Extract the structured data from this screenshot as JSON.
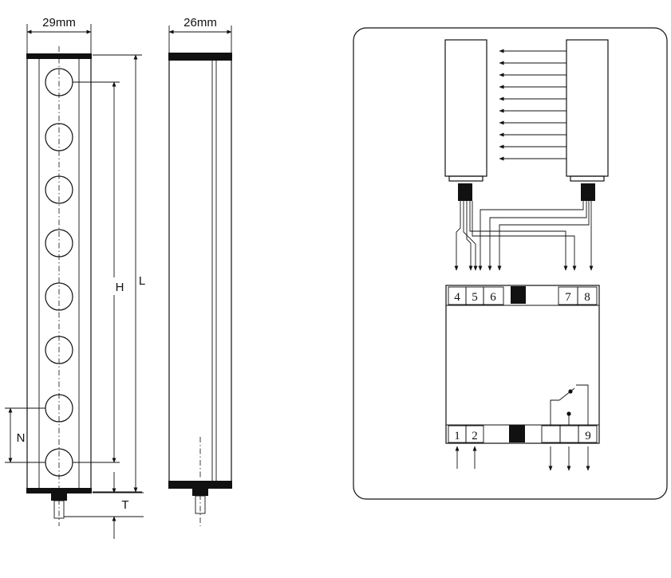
{
  "front_view": {
    "width_label": "29mm",
    "dimension_labels": {
      "height": "H",
      "length": "L",
      "pitch": "N",
      "terminal": "T"
    },
    "beam_count": 8
  },
  "side_view": {
    "width_label": "26mm"
  },
  "wiring_diagram": {
    "emitter_count": 10,
    "top_terminals": [
      "4",
      "5",
      "6",
      "7",
      "8"
    ],
    "bottom_terminals": [
      "1",
      "2",
      "9"
    ]
  }
}
